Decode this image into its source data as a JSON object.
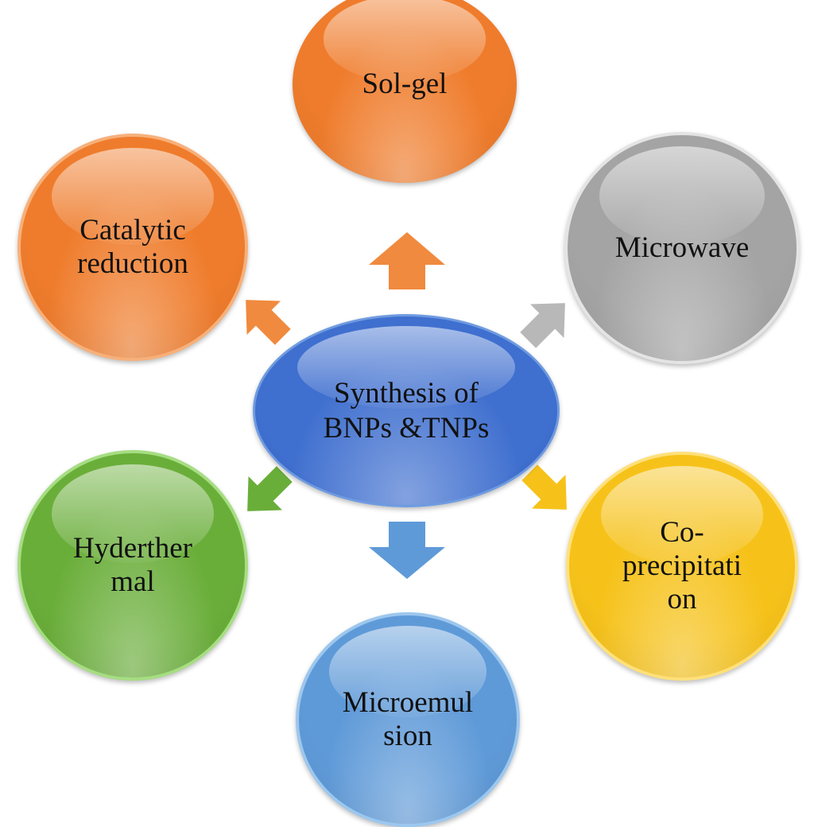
{
  "diagram": {
    "center": {
      "label": "Synthesis of\nBNPs  &TNPs",
      "fill": "#3f6fcf",
      "edge": "#6f9be0"
    },
    "methods": [
      {
        "id": "solgel",
        "label": "Sol-gel",
        "color": "#ef7c2c",
        "direction": "up"
      },
      {
        "id": "microwave",
        "label": "Microwave",
        "color": "#a4a4a4",
        "direction": "upper-right"
      },
      {
        "id": "coprec",
        "label": "Co-\nprecipitati\non",
        "color": "#f6c21a",
        "direction": "lower-right"
      },
      {
        "id": "microem",
        "label": "Microemul\nsion",
        "color": "#5f9ad8",
        "direction": "down"
      },
      {
        "id": "hyder",
        "label": "Hyderther\nmal",
        "color": "#6aae3a",
        "direction": "lower-left"
      },
      {
        "id": "catalytic",
        "label": "Catalytic\nreduction",
        "color": "#ef7c2c",
        "direction": "upper-left"
      }
    ]
  }
}
